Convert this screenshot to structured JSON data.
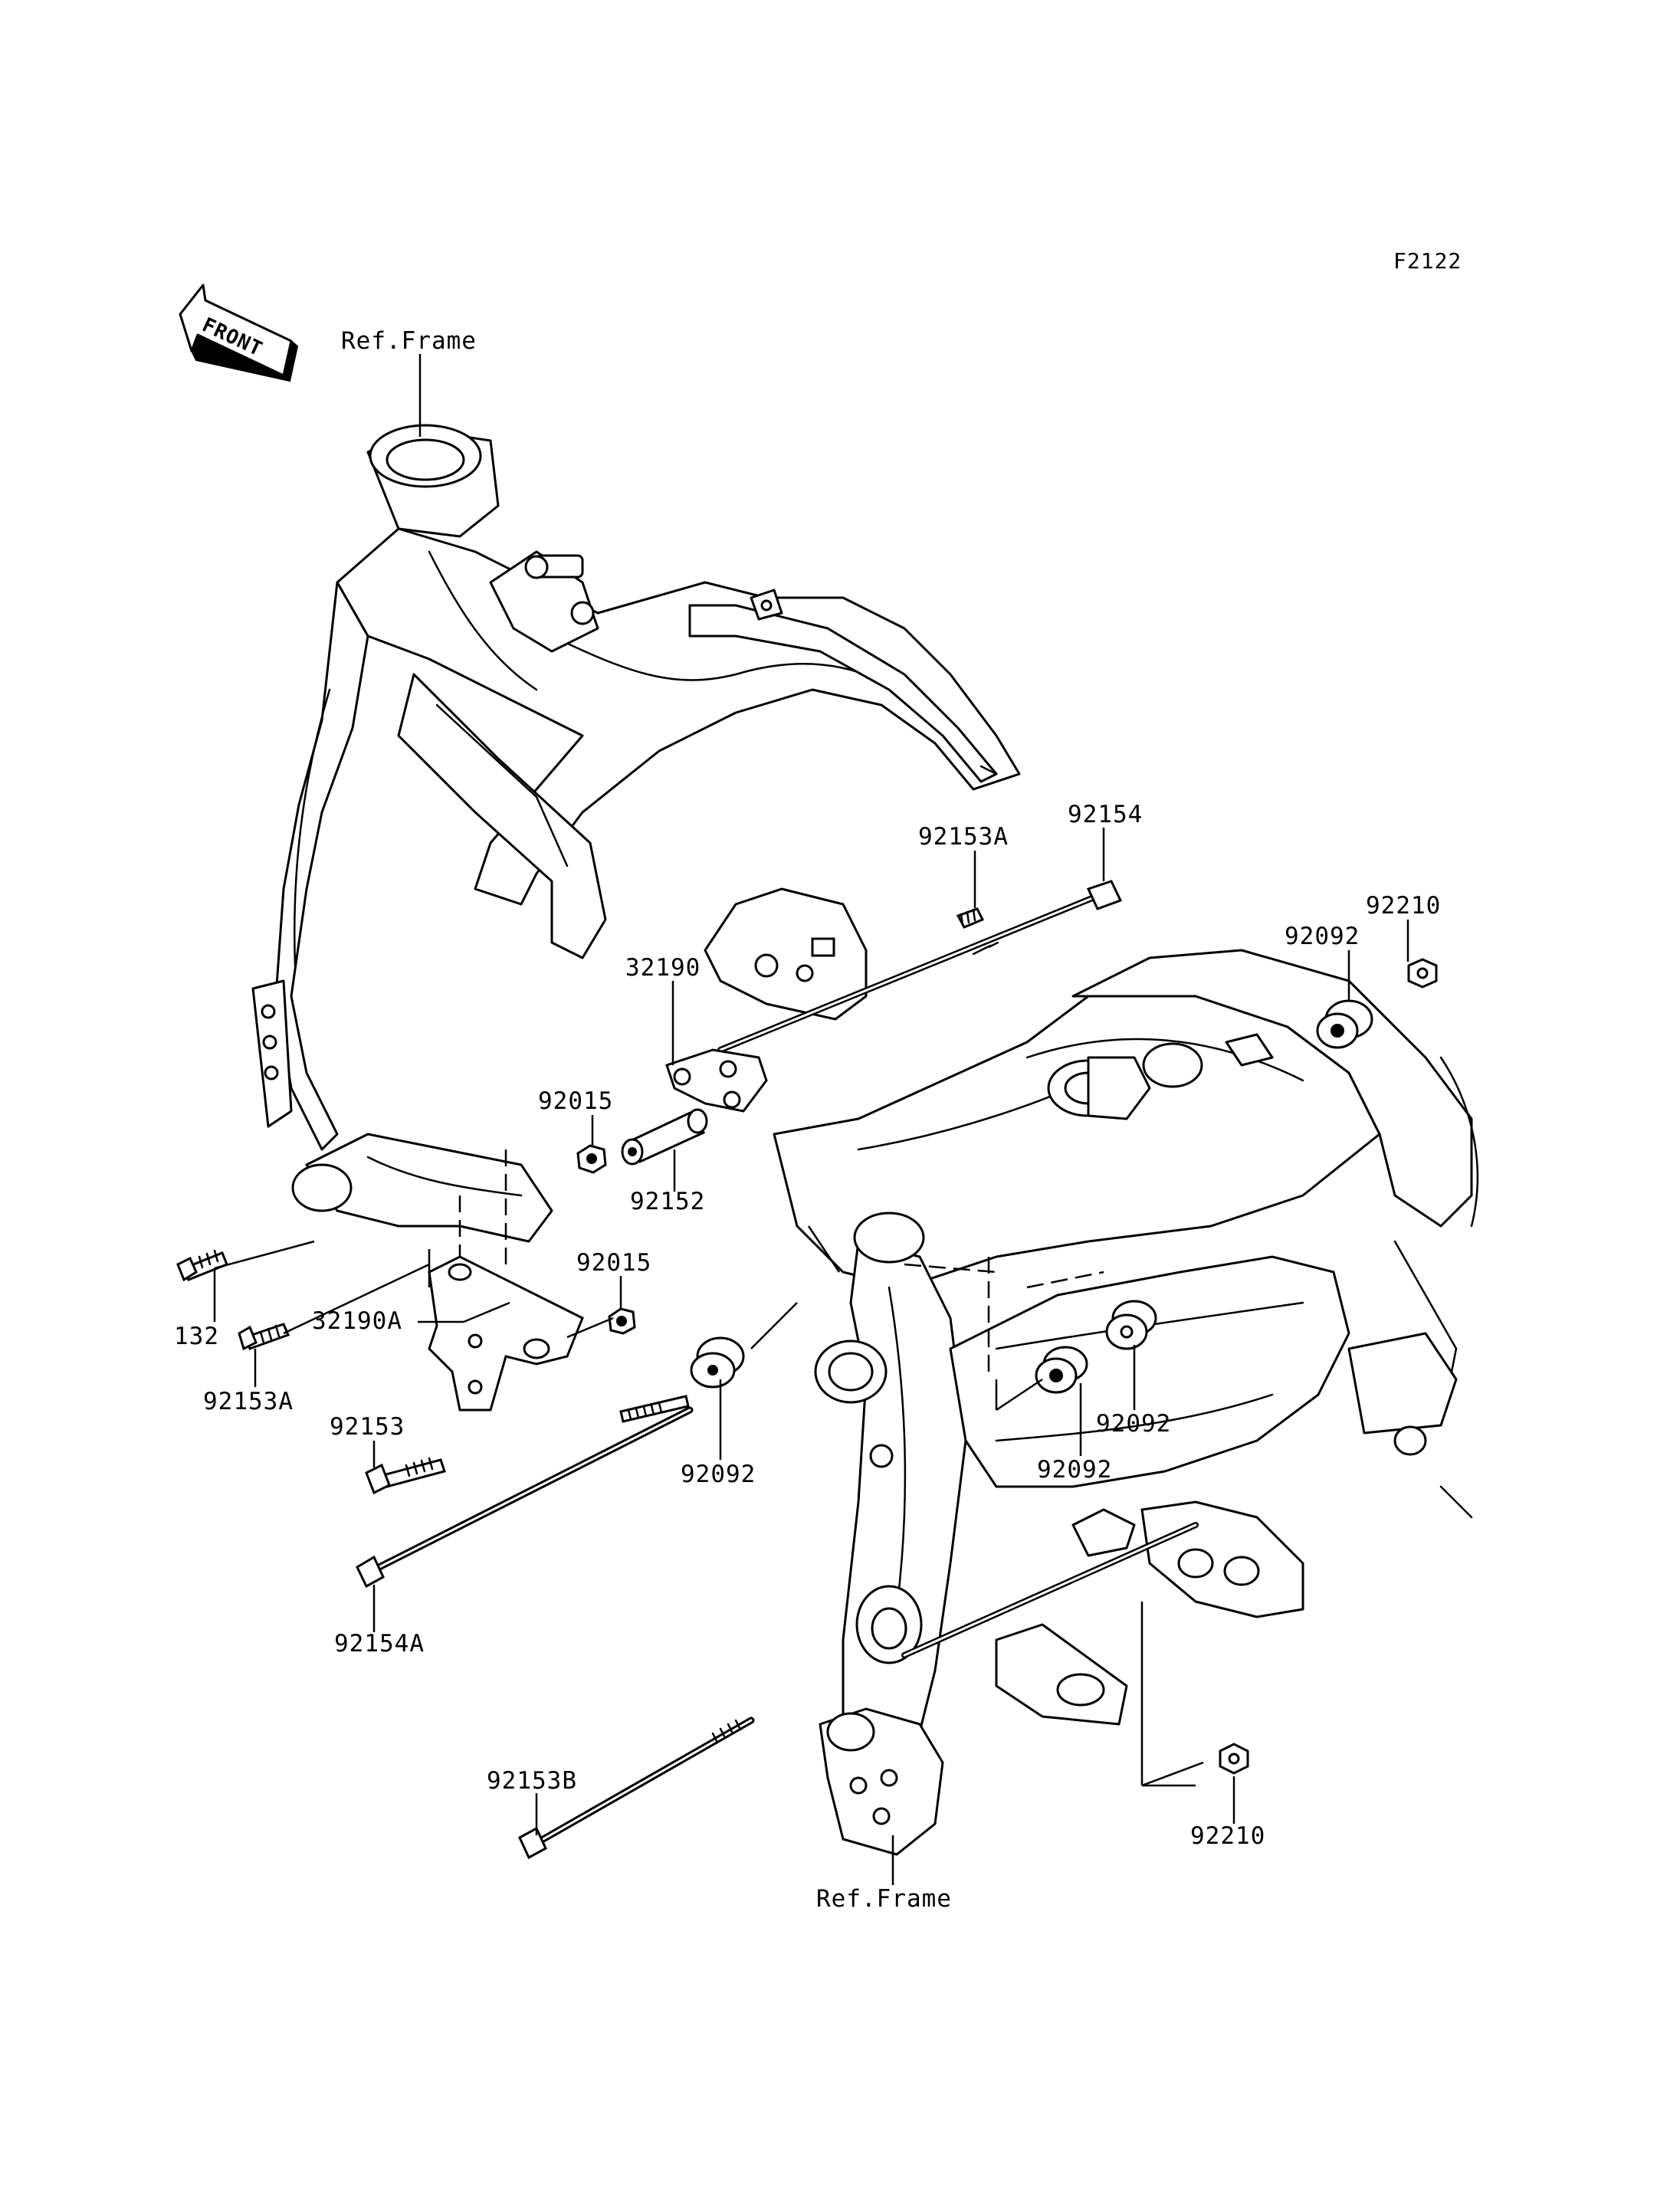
{
  "diagram_code": "F2122",
  "front_arrow_label": "FRONT",
  "callouts": {
    "ref_frame_top": "Ref.Frame",
    "ref_frame_bottom": "Ref.Frame",
    "p92154": "92154",
    "p92153A_top": "92153A",
    "p92210_top": "92210",
    "p92092_top": "92092",
    "p32190": "32190",
    "p92015_a": "92015",
    "p92152": "92152",
    "p92015_b": "92015",
    "p132": "132",
    "p32190A": "32190A",
    "p92153A_left": "92153A",
    "p92153": "92153",
    "p92092_left": "92092",
    "p92092_mid": "92092",
    "p92092_right": "92092",
    "p92154A": "92154A",
    "p92153B": "92153B",
    "p92210_bottom": "92210"
  },
  "colors": {
    "ink": "#000000",
    "paper": "#ffffff"
  }
}
